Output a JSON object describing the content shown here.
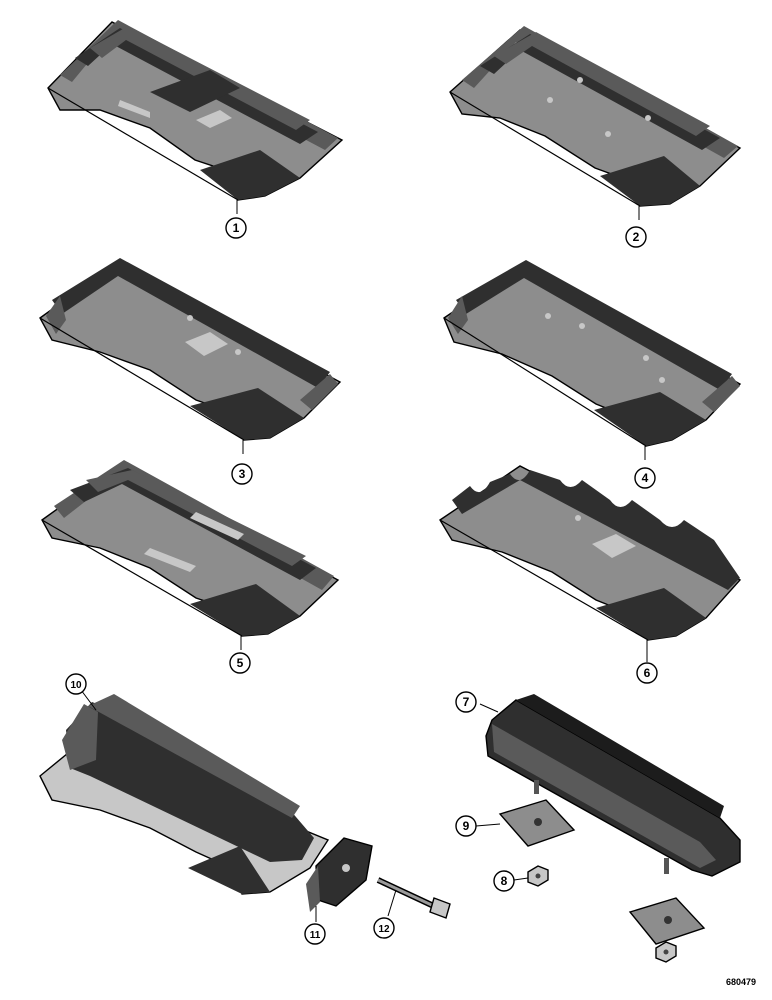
{
  "callouts": {
    "p1": "1",
    "p2": "2",
    "p3": "3",
    "p4": "4",
    "p5": "5",
    "p6": "6",
    "p7": "7",
    "p8": "8",
    "p9": "9",
    "p10": "10",
    "p11": "11",
    "p12": "12"
  },
  "reference_number": "680479"
}
